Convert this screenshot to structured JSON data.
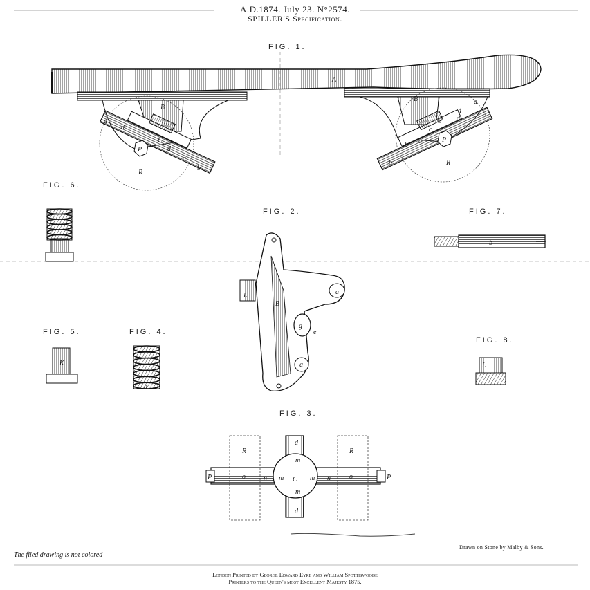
{
  "header": {
    "line1": "A.D.1874. July 23. N°2574.",
    "line2": "SPILLER'S Specification."
  },
  "figures": {
    "fig1": "FIG. 1.",
    "fig2": "FIG. 2.",
    "fig3": "FIG. 3.",
    "fig4": "FIG. 4.",
    "fig5": "FIG. 5.",
    "fig6": "FIG. 6.",
    "fig7": "FIG. 7.",
    "fig8": "FIG. 8."
  },
  "labels": {
    "A": "A",
    "B": "B",
    "C": "C",
    "P": "P",
    "R": "R",
    "a": "a",
    "b": "b",
    "c": "c",
    "d": "d",
    "e": "e",
    "g": "g",
    "L": "L",
    "K": "K",
    "m": "m",
    "n": "n",
    "o": "o"
  },
  "footer": {
    "note": "The filed drawing is not colored",
    "credit": "Drawn on Stone by Malby & Sons.",
    "imprint1": "London Printed by George Edward Eyre and William Spottiswoode",
    "imprint2": "Printers to the Queen's most Excellent Majesty 1875."
  }
}
